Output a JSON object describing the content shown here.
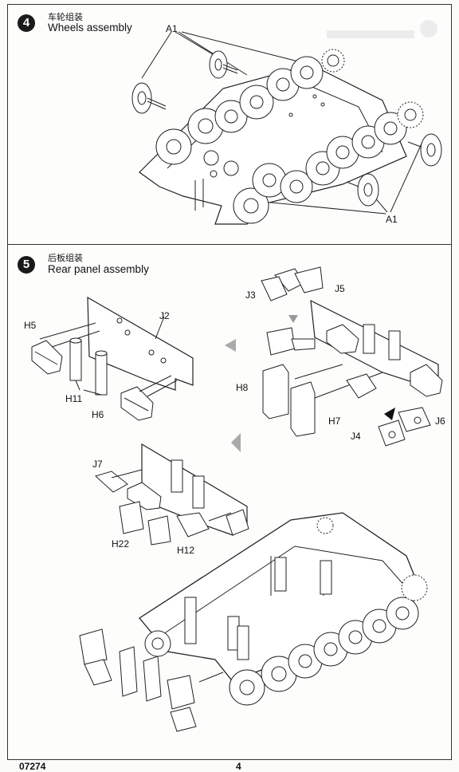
{
  "step4": {
    "number": "4",
    "title_cn": "车轮组装",
    "title_en": "Wheels assembly",
    "part_a1_top": "A1",
    "part_a1_bottom": "A1"
  },
  "step5": {
    "number": "5",
    "title_cn": "后板组装",
    "title_en": "Rear panel assembly",
    "parts": {
      "h5": "H5",
      "j2": "J2",
      "h11": "H11",
      "h6": "H6",
      "j3": "J3",
      "j5": "J5",
      "h8": "H8",
      "h7": "H7",
      "j4": "J4",
      "j6": "J6",
      "j7": "J7",
      "h22": "H22",
      "h12": "H12"
    }
  },
  "footer": {
    "code": "07274",
    "page": "4"
  }
}
